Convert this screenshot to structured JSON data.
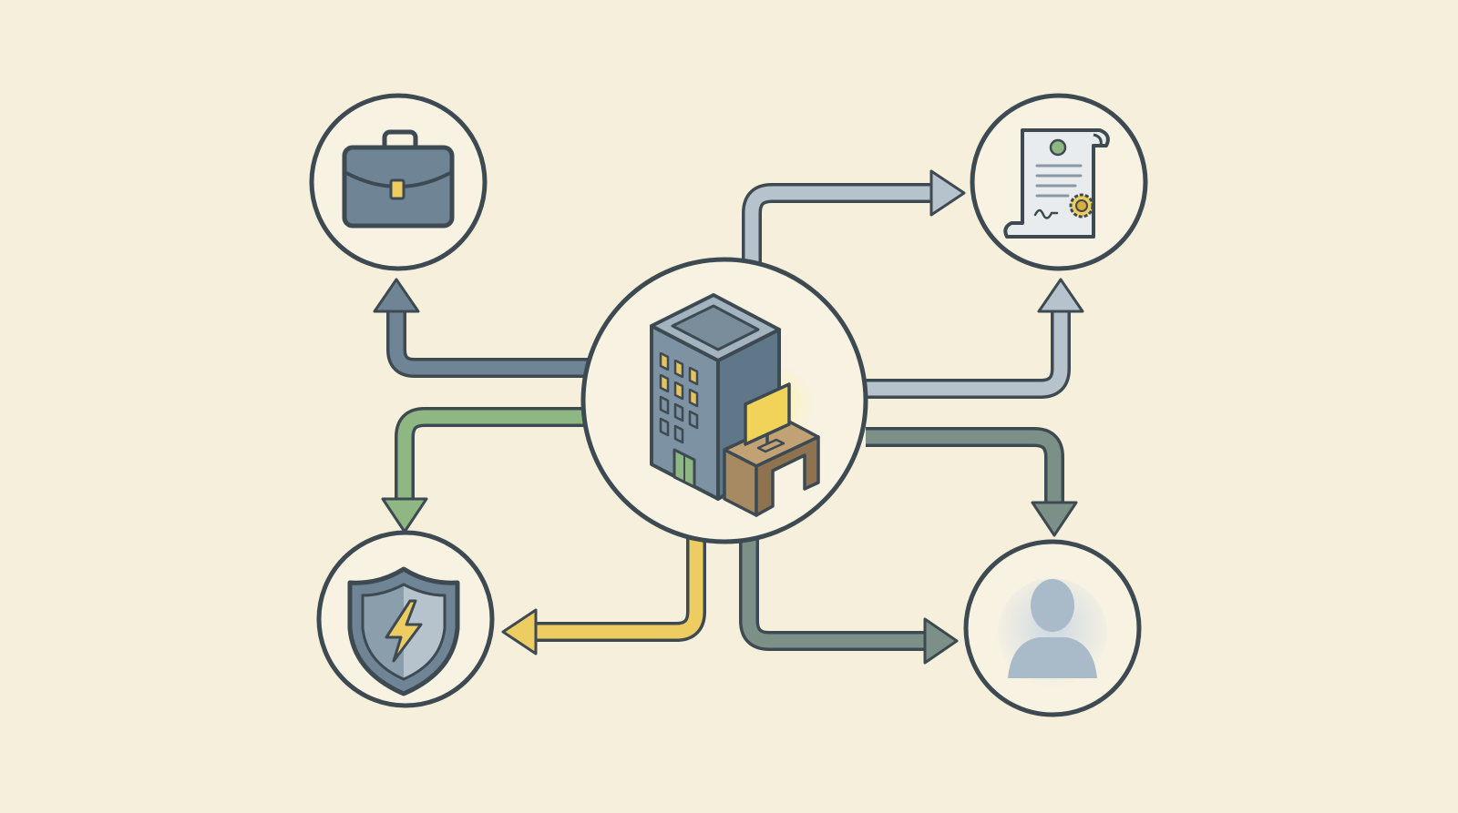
{
  "diagram": {
    "center": {
      "name": "office-building",
      "icon": "office-building-with-desk-icon"
    },
    "nodes": [
      {
        "id": "briefcase",
        "icon": "briefcase-icon"
      },
      {
        "id": "certificate",
        "icon": "certificate-document-icon"
      },
      {
        "id": "shield",
        "icon": "shield-lightning-icon"
      },
      {
        "id": "person",
        "icon": "person-silhouette-icon"
      }
    ],
    "connections": [
      {
        "from": "office-building",
        "to": "briefcase",
        "color": "#6f8596"
      },
      {
        "from": "office-building",
        "to": "shield",
        "color": "#8fb784"
      },
      {
        "from": "office-building",
        "to": "certificate",
        "color": "#b7c3cc",
        "route": "top"
      },
      {
        "from": "office-building",
        "to": "certificate",
        "color": "#b7c3cc",
        "route": "side"
      },
      {
        "from": "office-building",
        "to": "person",
        "color": "#7d9088",
        "route": "side"
      },
      {
        "from": "office-building",
        "to": "person",
        "color": "#7d9088",
        "route": "bottom"
      },
      {
        "from": "office-building",
        "to": "shield",
        "color": "#edcd62",
        "route": "bottom"
      }
    ]
  },
  "colors": {
    "background": "#f5efdc",
    "circle_fill": "#f7f2e2",
    "outline": "#3d4a52",
    "slate": "#6f8596",
    "light_slate": "#b7c3cc",
    "green": "#8fb784",
    "yellow": "#edcd62",
    "sage": "#7d9088",
    "wood": "#a88a62"
  }
}
